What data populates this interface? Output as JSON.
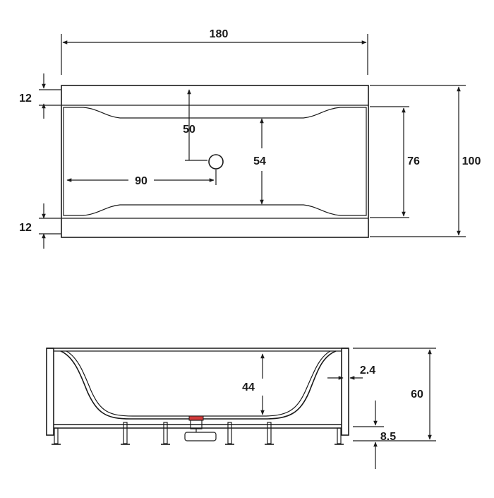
{
  "top_view": {
    "length": "180",
    "rim_top": "12",
    "rim_bottom": "12",
    "drain_from_top": "50",
    "drain_from_left": "90",
    "basin_depth_inner": "54",
    "inner_width": "76",
    "outer_width": "100"
  },
  "side_view": {
    "depth": "44",
    "panel_offset": "2.4",
    "total_height": "60",
    "leg_height": "8.5"
  },
  "colors": {
    "line": "#1a1a1a",
    "drain_accent": "#d23a3a",
    "background": "#ffffff"
  }
}
